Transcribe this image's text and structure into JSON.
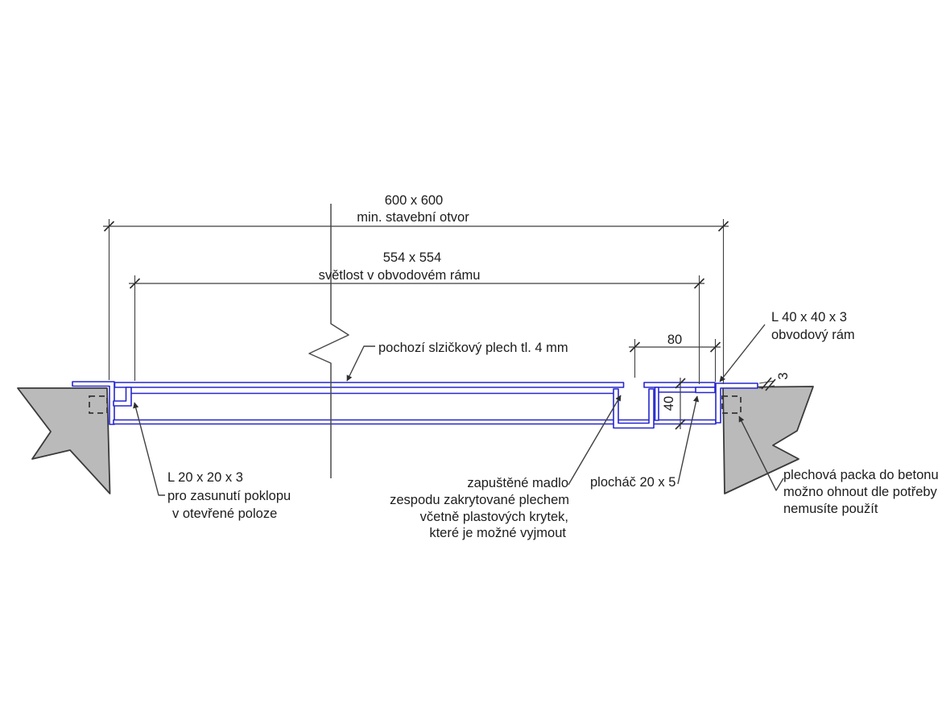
{
  "drawing": {
    "colors": {
      "line_blue": "#2626cf",
      "dim_gray": "#3f3f3f",
      "concrete_fill": "#bababa",
      "concrete_stroke": "#3a3a3a",
      "text_color": "#1c1c1c"
    },
    "dimensions": {
      "opening_value": "600 x 600",
      "opening_label": "min. stavební otvor",
      "clear_value": "554 x 554",
      "clear_label": "světlost v obvodovém rámu",
      "handle_offset": "80",
      "frame_depth": "40",
      "flange_thickness": "3"
    },
    "annotations": {
      "deck_plate": "pochozí slzičkový plech tl. 4 mm",
      "frame_line1": "L 40 x 40 x 3",
      "frame_line2": "obvodový rám",
      "angle_line1": "L 20 x 20 x 3",
      "angle_line2": "pro zasunutí poklopu",
      "angle_line3": "v otevřené poloze",
      "handle_line1": "zapuštěné madlo",
      "handle_line2": "zespodu zakrytované plechem",
      "handle_line3": "včetně plastových krytek,",
      "handle_line4": "které je možné vyjmout",
      "flat_bar": "plocháč  20 x 5",
      "anchor_line1": "plechová packa do betonu",
      "anchor_line2": "možno ohnout dle potřeby",
      "anchor_line3": "nemusíte použít"
    }
  }
}
